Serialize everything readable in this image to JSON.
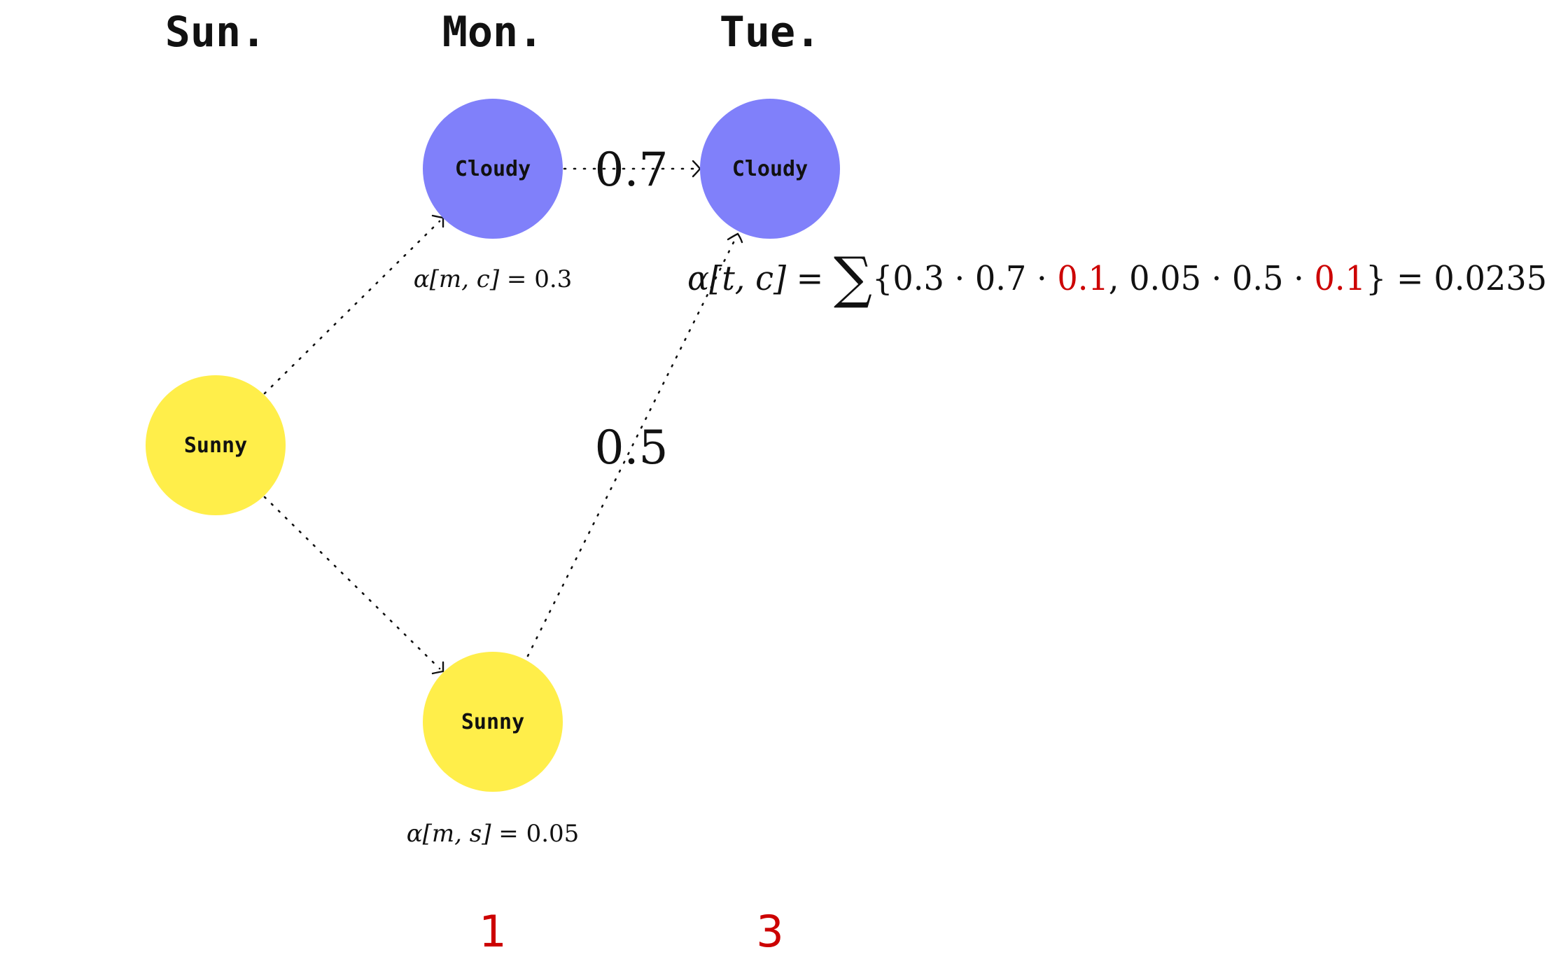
{
  "days": [
    "Sun.",
    "Mon.",
    "Tue."
  ],
  "nodes": [
    {
      "id": "sun-sunny",
      "label": "Sunny",
      "color": "#ffee4a"
    },
    {
      "id": "mon-cloudy",
      "label": "Cloudy",
      "color": "#8080fa"
    },
    {
      "id": "mon-sunny",
      "label": "Sunny",
      "color": "#ffee4a"
    },
    {
      "id": "tue-cloudy",
      "label": "Cloudy",
      "color": "#8080fa"
    }
  ],
  "edge_weights": {
    "cloudy_to_cloudy": "0.7",
    "sunny_to_cloudy": "0.5"
  },
  "alpha": {
    "prefix": "α",
    "mc": {
      "args": "[m, c]",
      "value": " = 0.3"
    },
    "ms": {
      "args": "[m, s]",
      "value": " = 0.05"
    },
    "tc": {
      "args": "[t, c] = ",
      "sum": "∑",
      "open": "{0.3 · 0.7 · ",
      "red1": "0.1",
      "mid": ", 0.05 · 0.5 · ",
      "red2": "0.1",
      "close": "} = 0.0235"
    }
  },
  "order_numbers": [
    "1",
    "3"
  ],
  "colors": {
    "highlight": "#cc0000"
  }
}
